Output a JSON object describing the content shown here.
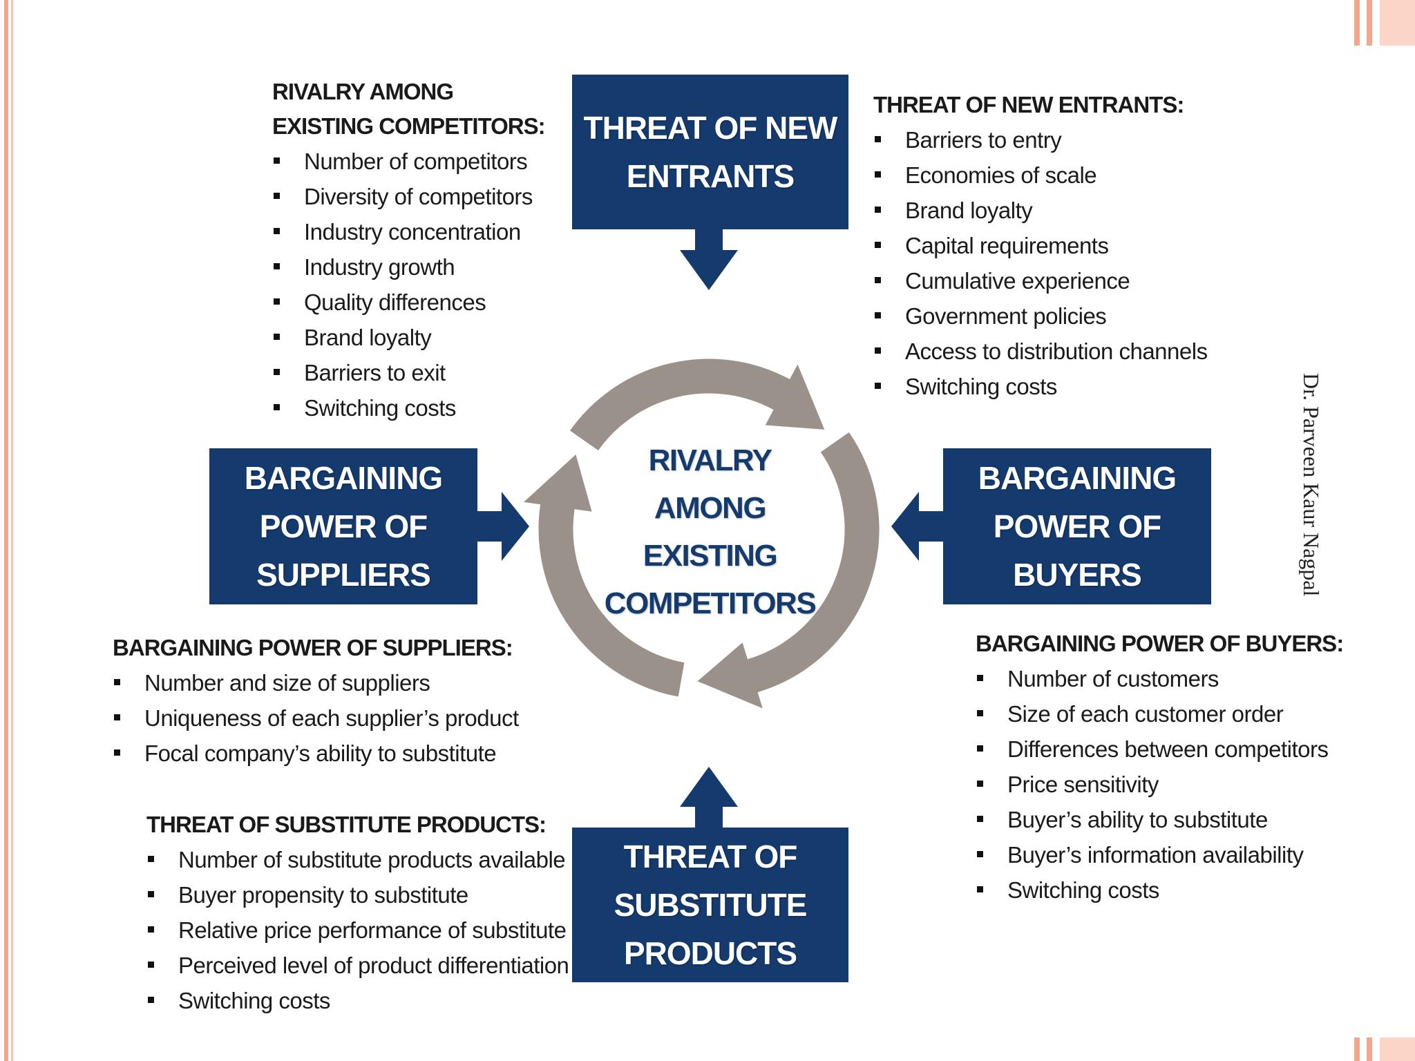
{
  "boxes": {
    "new_entrants": "THREAT OF NEW\nENTRANTS",
    "suppliers": "BARGAINING\nPOWER OF\nSUPPLIERS",
    "buyers": "BARGAINING\nPOWER OF\nBUYERS",
    "substitutes": "THREAT OF\nSUBSTITUTE\nPRODUCTS"
  },
  "center": "RIVALRY\nAMONG\nEXISTING\nCOMPETITORS",
  "rivalry": {
    "title": "RIVALRY AMONG\nEXISTING COMPETITORS:",
    "items": [
      "Number of competitors",
      "Diversity of competitors",
      "Industry concentration",
      "Industry growth",
      "Quality differences",
      "Brand loyalty",
      "Barriers to exit",
      "Switching costs"
    ]
  },
  "new_entrants": {
    "title": "THREAT OF NEW ENTRANTS:",
    "items": [
      "Barriers to entry",
      "Economies of scale",
      "Brand loyalty",
      "Capital requirements",
      "Cumulative experience",
      "Government policies",
      "Access to distribution channels",
      "Switching costs"
    ]
  },
  "suppliers": {
    "title": "BARGAINING POWER OF SUPPLIERS:",
    "items": [
      "Number  and size of suppliers",
      "Uniqueness of each supplier’s product",
      "Focal company’s ability to substitute"
    ]
  },
  "substitutes": {
    "title": "THREAT OF SUBSTITUTE PRODUCTS:",
    "items": [
      "Number of substitute products available",
      "Buyer propensity to substitute",
      "Relative price performance of substitute",
      "Perceived level of product differentiation",
      "Switching costs"
    ]
  },
  "buyers": {
    "title": "BARGAINING POWER OF BUYERS:",
    "items": [
      "Number of customers",
      "Size of each customer order",
      "Differences between competitors",
      "Price sensitivity",
      "Buyer’s ability to substitute",
      "Buyer’s information availability",
      "Switching costs"
    ]
  },
  "author": "Dr. Parveen Kaur Nagpal",
  "colors": {
    "box_fill": "#143a6e",
    "cycle_arrow": "#9b918b",
    "accent_border": "#f3a68c"
  }
}
